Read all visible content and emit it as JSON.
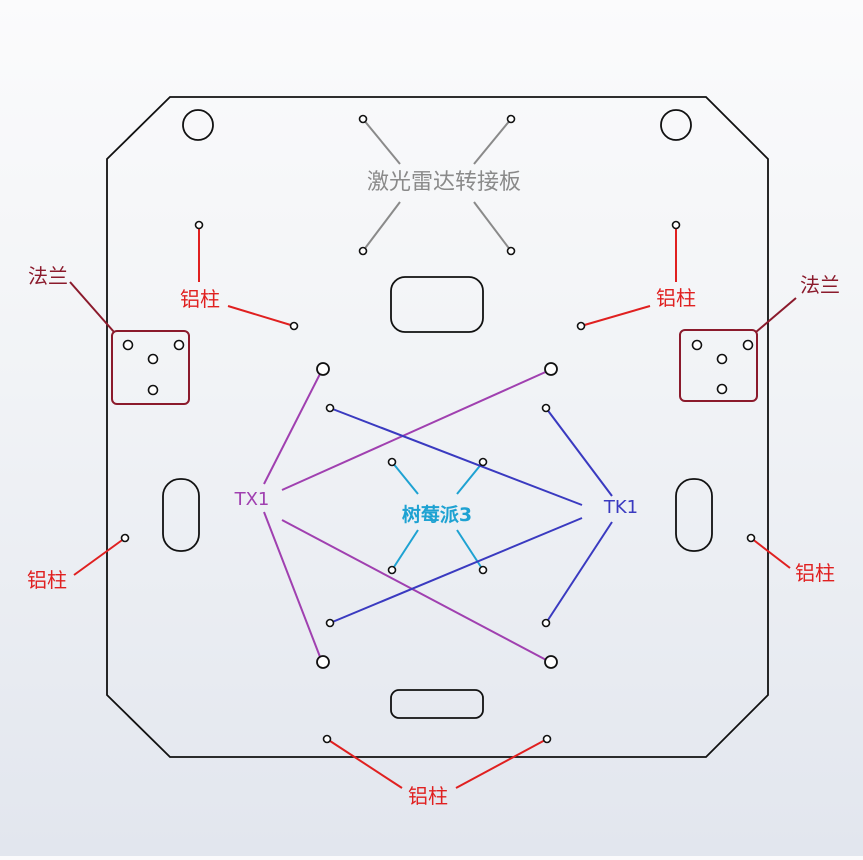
{
  "labels": {
    "lidar_adapter": "激光雷达转接板",
    "raspberry_pi": "树莓派3",
    "tx1": "TX1",
    "tk1": "TK1",
    "flange": "法兰",
    "aluminum_post": "铝柱"
  },
  "colors": {
    "outline": "#111111",
    "lidar": "#8a8a8a",
    "raspberry_pi": "#1ea2d2",
    "tx1": "#a040b0",
    "tk1": "#3a3ac0",
    "post": "#e02020",
    "flange": "#8b1a2c"
  }
}
